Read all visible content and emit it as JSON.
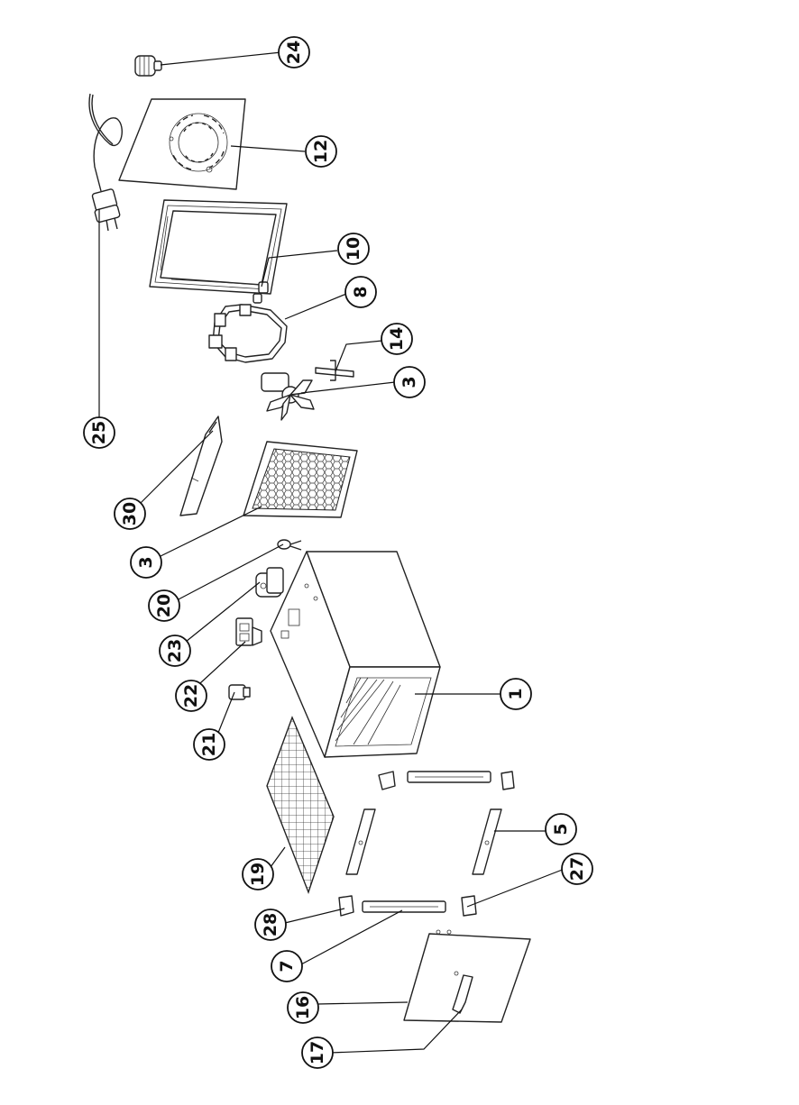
{
  "callouts": [
    {
      "id": "c24",
      "label": "24"
    },
    {
      "id": "c12",
      "label": "12"
    },
    {
      "id": "c10",
      "label": "10"
    },
    {
      "id": "c8",
      "label": "8"
    },
    {
      "id": "c14",
      "label": "14"
    },
    {
      "id": "c3a",
      "label": "3"
    },
    {
      "id": "c25",
      "label": "25"
    },
    {
      "id": "c30",
      "label": "30"
    },
    {
      "id": "c3b",
      "label": "3"
    },
    {
      "id": "c20",
      "label": "20"
    },
    {
      "id": "c23",
      "label": "23"
    },
    {
      "id": "c22",
      "label": "22"
    },
    {
      "id": "c21",
      "label": "21"
    },
    {
      "id": "c1",
      "label": "1"
    },
    {
      "id": "c5",
      "label": "5"
    },
    {
      "id": "c27",
      "label": "27"
    },
    {
      "id": "c19",
      "label": "19"
    },
    {
      "id": "c28",
      "label": "28"
    },
    {
      "id": "c7",
      "label": "7"
    },
    {
      "id": "c16",
      "label": "16"
    },
    {
      "id": "c17",
      "label": "17"
    }
  ]
}
